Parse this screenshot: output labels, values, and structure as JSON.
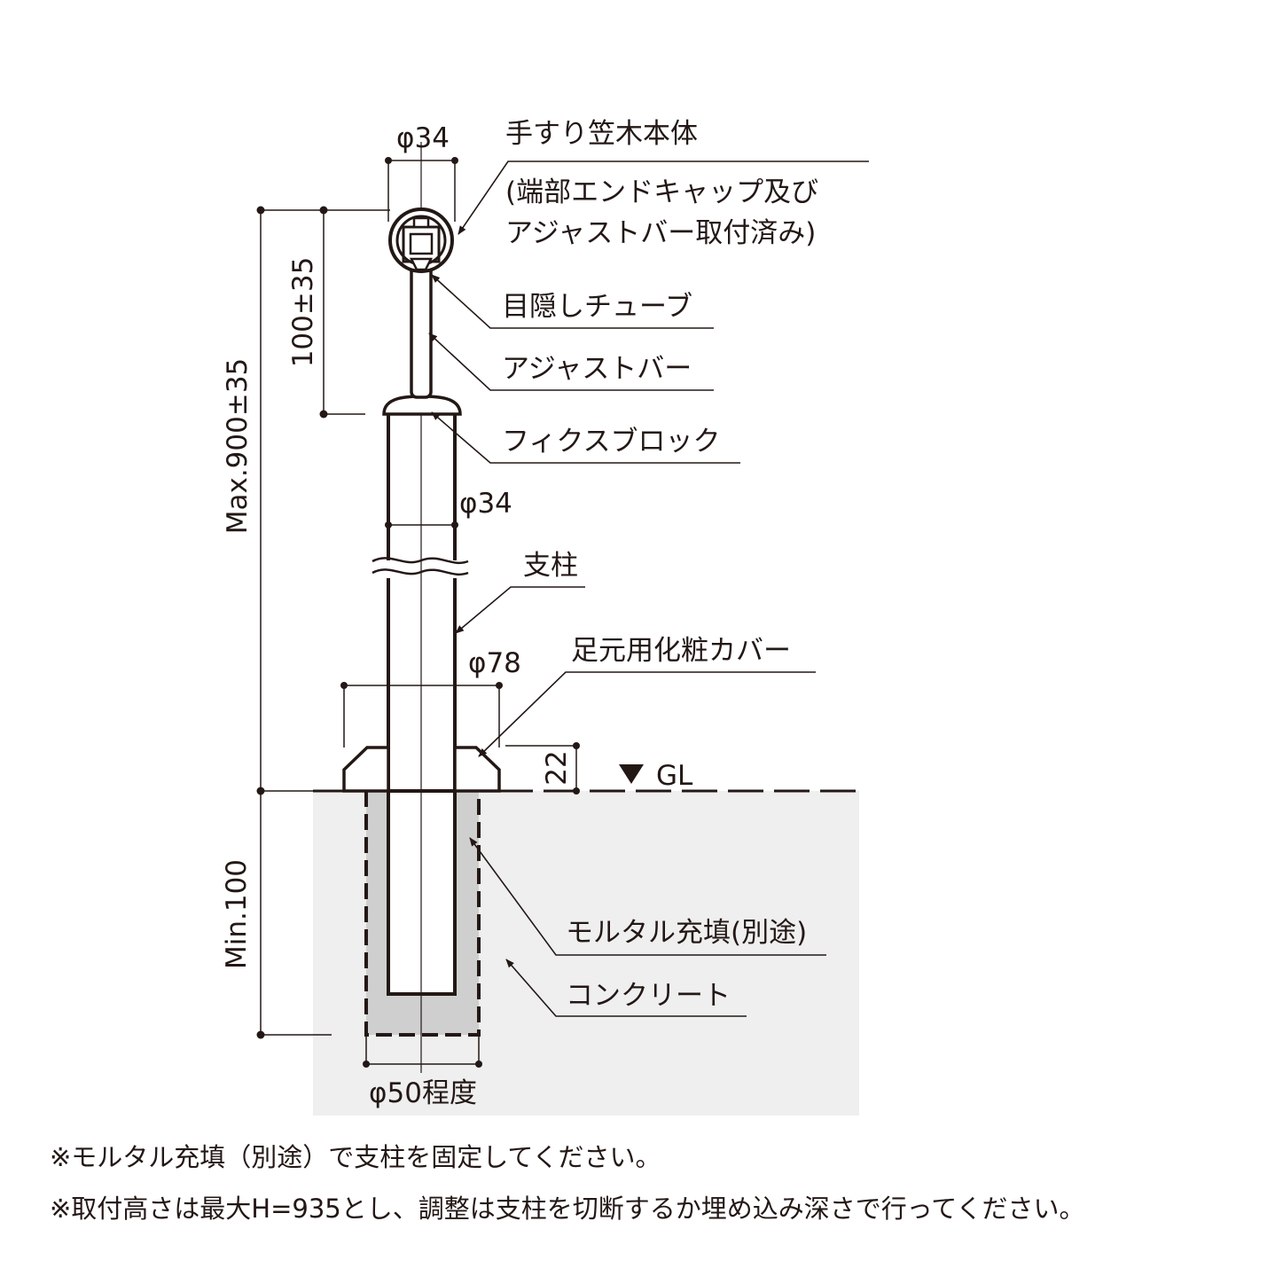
{
  "labels": {
    "handrail_body": "手すり笠木本体",
    "handrail_note_line1": "(端部エンドキャップ及び",
    "handrail_note_line2": "アジャストバー取付済み)",
    "cover_tube": "目隠しチューブ",
    "adjust_bar": "アジャストバー",
    "fix_block": "フィクスブロック",
    "post": "支柱",
    "base_cover": "足元用化粧カバー",
    "mortar": "モルタル充填(別途)",
    "concrete": "コンクリート"
  },
  "dimensions": {
    "rail_diameter": "φ34",
    "post_diameter": "φ34",
    "cover_diameter": "φ78",
    "hole_diameter": "φ50程度",
    "adjust_range": "100±35",
    "max_height": "Max.900±35",
    "min_depth": "Min.100",
    "cover_height": "22",
    "ground_level": "GL"
  },
  "notes": [
    "※モルタル充填（別途）で支柱を固定してください。",
    "※取付高さは最大H=935とし、調整は支柱を切断するか埋め込み深さで行ってください。"
  ],
  "colors": {
    "line": "#231815",
    "concrete": "#efefef",
    "mortar": "#cfcfcf"
  }
}
